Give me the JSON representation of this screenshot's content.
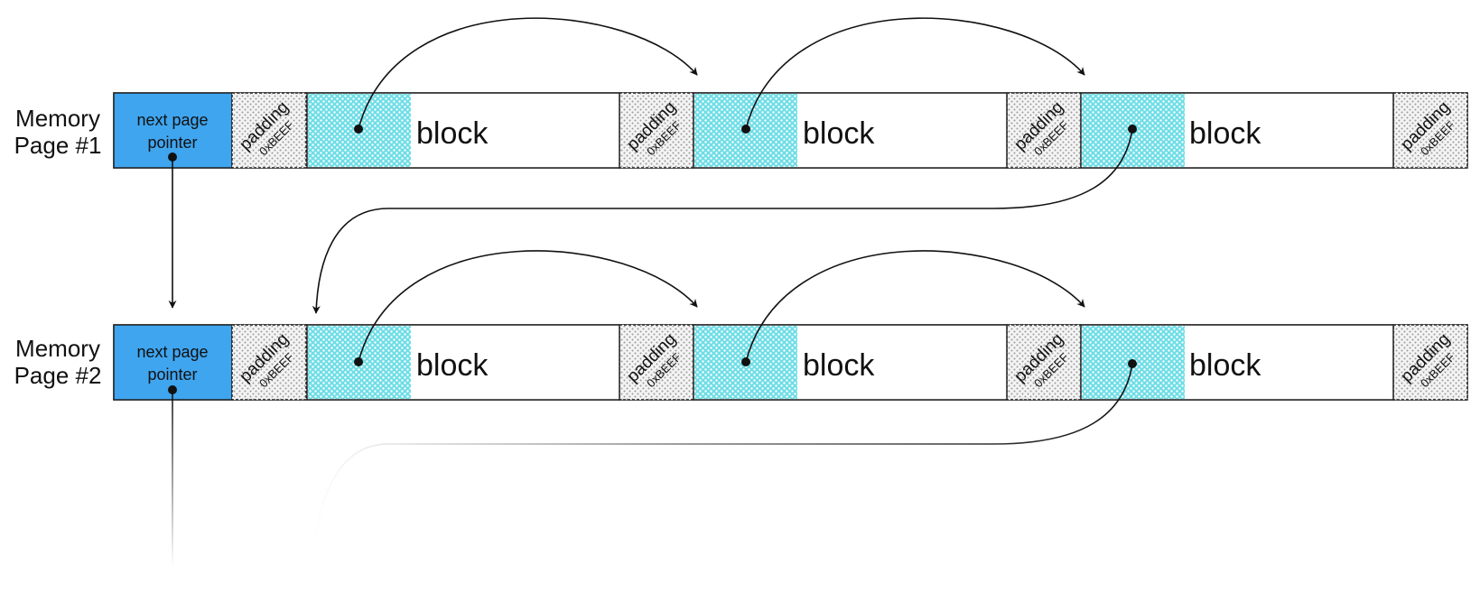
{
  "pages": [
    {
      "label_line1": "Memory",
      "label_line2": "Page #1"
    },
    {
      "label_line1": "Memory",
      "label_line2": "Page #2"
    }
  ],
  "next_pointer": {
    "line1": "next page",
    "line2": "pointer"
  },
  "padding": {
    "label": "padding",
    "value": "0xBEEF"
  },
  "block": {
    "label": "block"
  },
  "colors": {
    "pointer_fill": "#3fa5ef",
    "block_used": "#6fdde6",
    "padding_dots": "#9a9a9a",
    "outline": "#222222"
  }
}
